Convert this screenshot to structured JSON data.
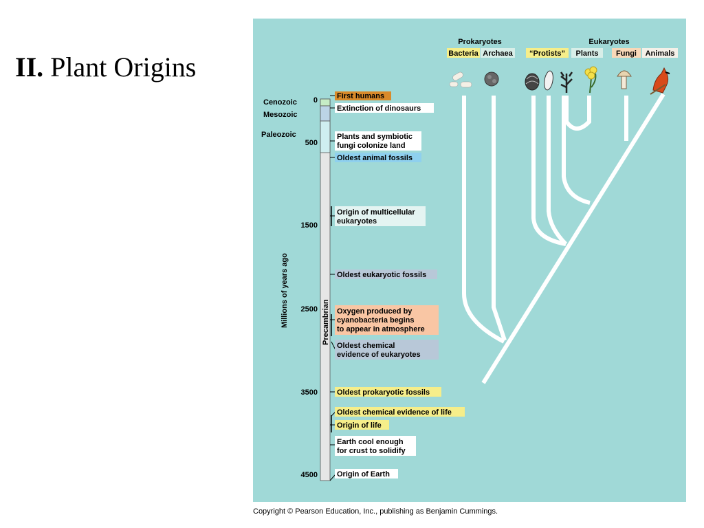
{
  "title": {
    "numeral": "II.",
    "text": "Plant Origins"
  },
  "copyright": "Copyright © Pearson Education, Inc., publishing as Benjamin Cummings.",
  "timeline": {
    "axis_label": "Millions of years ago",
    "precambrian_label": "Precambrian",
    "eras": [
      "Cenozoic",
      "Mesozoic",
      "Paleozoic"
    ],
    "ticks": [
      "0",
      "500",
      "1500",
      "2500",
      "3500",
      "4500"
    ],
    "events": [
      {
        "lines": [
          "First humans"
        ],
        "color": "#d98a2a"
      },
      {
        "lines": [
          "Extinction of dinosaurs"
        ],
        "color": "#ffffff"
      },
      {
        "lines": [
          "Plants and symbiotic",
          "fungi colonize land"
        ],
        "color": "#ffffff"
      },
      {
        "lines": [
          "Oldest animal fossils"
        ],
        "color": "#8fd0ee"
      },
      {
        "lines": [
          "Origin of multicellular",
          "eukaryotes"
        ],
        "color": "#e4f4f2"
      },
      {
        "lines": [
          "Oldest eukaryotic fossils"
        ],
        "color": "#b8c8d8"
      },
      {
        "lines": [
          "Oxygen produced by",
          "cyanobacteria begins",
          "to appear in atmosphere"
        ],
        "color": "#f9c6a4"
      },
      {
        "lines": [
          "Oldest chemical",
          "evidence of eukaryotes"
        ],
        "color": "#b8c8d8"
      },
      {
        "lines": [
          "Oldest prokaryotic fossils"
        ],
        "color": "#f6ee8a"
      },
      {
        "lines": [
          "Oldest chemical evidence of life"
        ],
        "color": "#f6ee8a"
      },
      {
        "lines": [
          "Origin of life"
        ],
        "color": "#f6ee8a"
      },
      {
        "lines": [
          "Earth cool enough",
          "for crust to solidify"
        ],
        "color": "#ffffff"
      },
      {
        "lines": [
          "Origin of Earth"
        ],
        "color": "#ffffff"
      }
    ]
  },
  "tree": {
    "groups": [
      "Prokaryotes",
      "Eukaryotes"
    ],
    "taxa": [
      {
        "name": "Bacteria",
        "color": "#f6ee8a"
      },
      {
        "name": "Archaea",
        "color": "#d8eee8"
      },
      {
        "name": "“Protists”",
        "color": "#f6ee8a"
      },
      {
        "name": "Plants",
        "color": "#d8eee8"
      },
      {
        "name": "Fungi",
        "color": "#f9d8b8"
      },
      {
        "name": "Animals",
        "color": "#f4f0e8"
      }
    ],
    "icons": [
      "bacteria-icon",
      "archaea-icon",
      "protist-shell-icon",
      "protist-cell-icon",
      "protist-seaweed-icon",
      "plant-flower-icon",
      "mushroom-icon",
      "bird-icon"
    ]
  }
}
